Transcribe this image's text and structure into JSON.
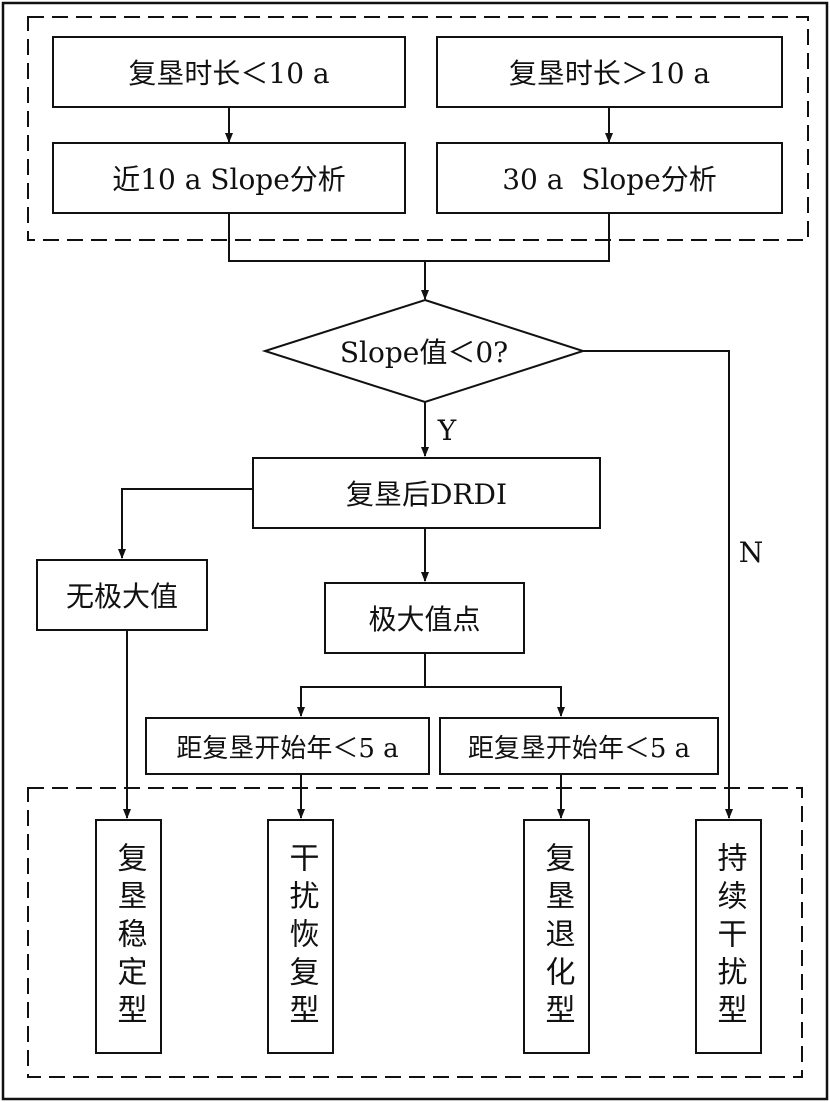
{
  "nodes": {
    "short_duration": "复垦时长＜10 a",
    "long_duration": "复垦时长＞10 a",
    "recent_slope": "近10 a Slope分析",
    "full_slope": "30 a  Slope分析",
    "slope_decision": "Slope值＜0?",
    "yes_label": "Y",
    "no_label": "N",
    "drdi": "复垦后DRDI",
    "no_max": "无极大值",
    "max_point": "极大值点",
    "left_condition": "距复垦开始年＜5 a",
    "right_condition": "距复垦开始年＜5 a"
  },
  "outcomes": [
    "复垦稳定型",
    "干扰恢复型",
    "复垦退化型",
    "持续干扰型"
  ]
}
